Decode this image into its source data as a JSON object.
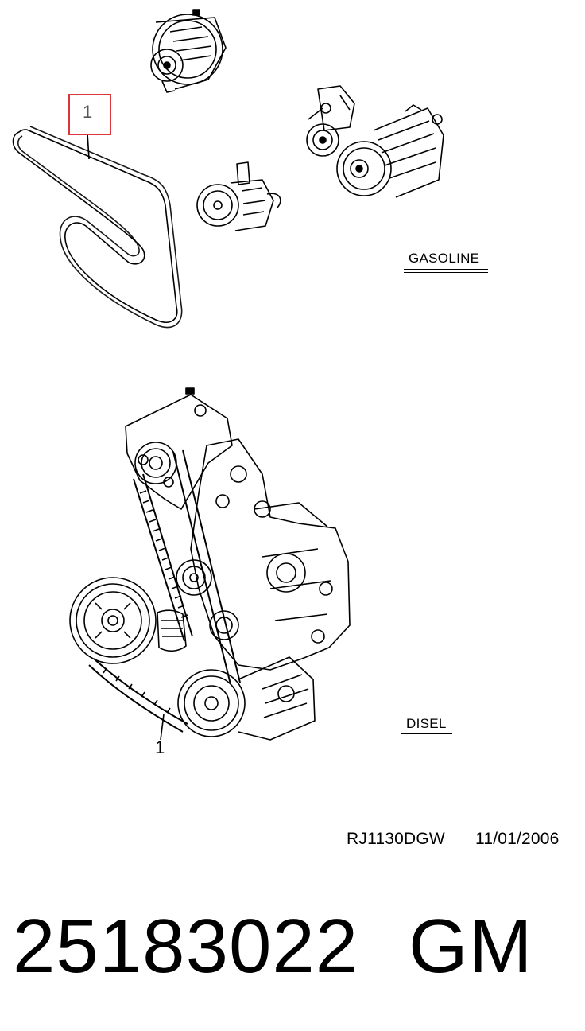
{
  "diagram": {
    "callouts": [
      {
        "id": "callout-1-gasoline",
        "number": "1",
        "highlighted": true,
        "color": "#d9363e"
      },
      {
        "id": "callout-1-disel",
        "number": "1",
        "highlighted": false
      }
    ],
    "sections": {
      "gasoline": {
        "label": "GASOLINE"
      },
      "disel": {
        "label": "DISEL"
      }
    },
    "reference": {
      "code": "RJ1130DGW",
      "date": "11/01/2006"
    }
  },
  "part": {
    "number": "25183022",
    "brand": "GM"
  }
}
